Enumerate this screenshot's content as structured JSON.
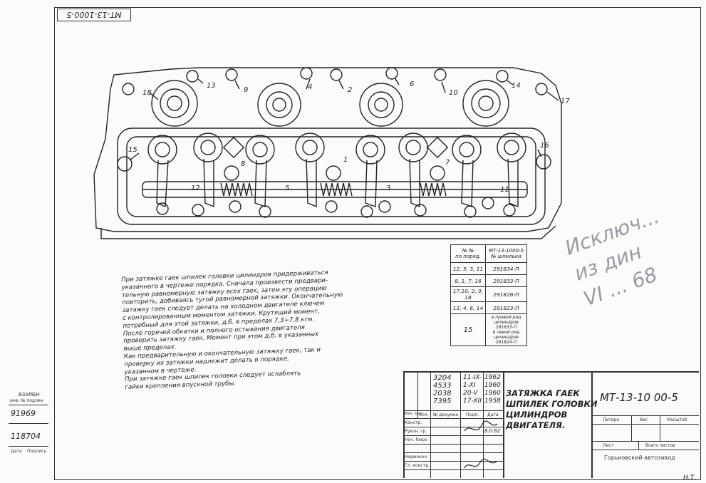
{
  "doc_number_rotated": "МТ-13-1000-5",
  "drawing_labels": [
    "18",
    "13",
    "9",
    "4",
    "2",
    "6",
    "10",
    "14",
    "17",
    "15",
    "16",
    "8",
    "1",
    "7",
    "12",
    "5",
    "3",
    "11"
  ],
  "instructions": [
    "При затяжке гаек шпилек головки цилиндров придерживаться",
    "указанного в чертеже порядка. Сначала произвести предвари-",
    "тельную равномерную затяжку всех гаек, затем эту операцию",
    "повторить, добиваясь тугой равномерной затяжки. Окончательную",
    "затяжку гаек следует делать на холодном двигателе ключем",
    "с контролированным моментом затяжки. Крутящий момент,",
    "потребный для этой затяжки, д.б. в пределах 7,3÷7,8 кгм.",
    "После горячей обкатки и полного остывания двигателя",
    "проверить затяжку гаек. Момент при этом д.б. в указанных",
    "выше пределах.",
    "Как предварительную и окончательную затяжку гаек, так и",
    "проверку их затяжки надлежит делать в порядке,",
    "указанном в чертеже.",
    "При затяжке гаек шпилек головки следует ослаблять",
    "гайки крепления впускной трубы."
  ],
  "spec_table": {
    "header_left": "№ №\nпо поряд.",
    "header_right_1": "МТ-13-1000-5",
    "header_right_2": "№ шпильки",
    "rows": [
      {
        "order": "12, 5, 3, 11",
        "part": "291834-П"
      },
      {
        "order": "8, 1, 7, 16",
        "part": "291833-П"
      },
      {
        "order": "17,10, 2, 9, 18",
        "part": "291826-П"
      },
      {
        "order": "13, 4, 6, 14",
        "part": "291823-П"
      }
    ],
    "last_row": {
      "order": "15",
      "part_lines": [
        "в правой ряд",
        "цилиндров",
        "291833-П",
        "в левой ряд",
        "цилиндров",
        "291824-П"
      ]
    }
  },
  "pencil_note": [
    "Исключ...",
    "из дин",
    "VI ... 68"
  ],
  "title_block": {
    "change_rows": [
      {
        "num": "3204",
        "date": "11-IX-",
        "year": "1962"
      },
      {
        "num": "4533",
        "date": "1-XI",
        "year": "1960"
      },
      {
        "num": "2038",
        "date": "20-V",
        "year": "1960"
      },
      {
        "num": "7395",
        "date": "17-XII",
        "year": "1958"
      }
    ],
    "col_headers": [
      "Изм. лист",
      "Кол.",
      "№ докумен",
      "Подп.",
      "Дата"
    ],
    "roles": [
      "Констр.",
      "Рукон. гр.",
      "Нач. бюро",
      "",
      "Нормокон",
      "Гл. констр."
    ],
    "sign_date": "8.II.62",
    "title_lines": [
      "ЗАТЯЖКА ГАЕК",
      "ШПИЛЕК ГОЛОВКИ",
      "ЦИЛИНДРОВ",
      "ДВИГАТЕЛЯ."
    ],
    "doc_number": "МТ-13-10 00-5",
    "cells": [
      "Литера",
      "Вес",
      "Масштаб"
    ],
    "sheet_cells": [
      "Лист",
      "Всего листов"
    ],
    "factory": "Горьковский автозавод"
  },
  "side_stamp": {
    "label_1": "ВЗАМЕН",
    "label_2": "инв. № подлин",
    "value_1": "91969",
    "value_2": "118704",
    "footer": [
      "Дата",
      "Подпись"
    ]
  },
  "corner_mark": "Н.Т."
}
